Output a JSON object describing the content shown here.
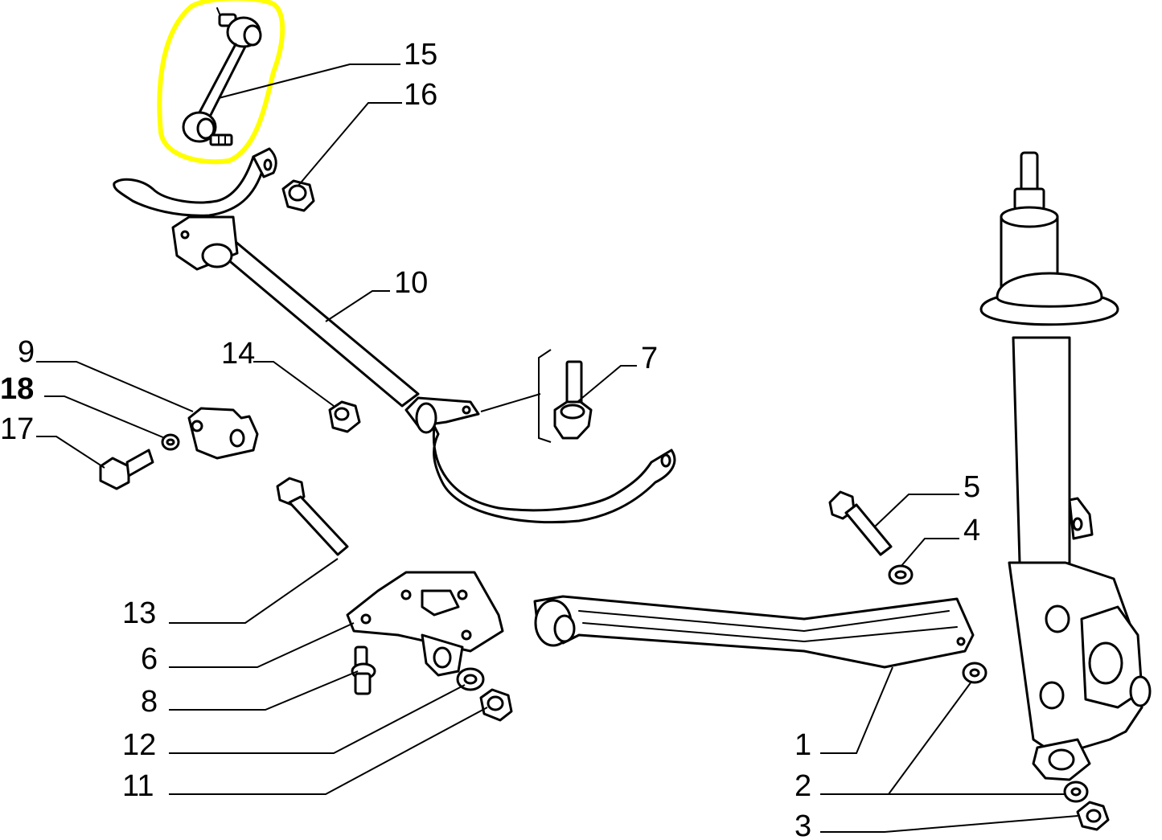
{
  "highlight_color": "#ffff00",
  "callouts": {
    "c15": "15",
    "c16": "16",
    "c10": "10",
    "c9": "9",
    "c18": "18",
    "c17": "17",
    "c14": "14",
    "c7": "7",
    "c5": "5",
    "c4": "4",
    "c13": "13",
    "c6": "6",
    "c8": "8",
    "c12": "12",
    "c11": "11",
    "c1": "1",
    "c2": "2",
    "c3": "3"
  }
}
